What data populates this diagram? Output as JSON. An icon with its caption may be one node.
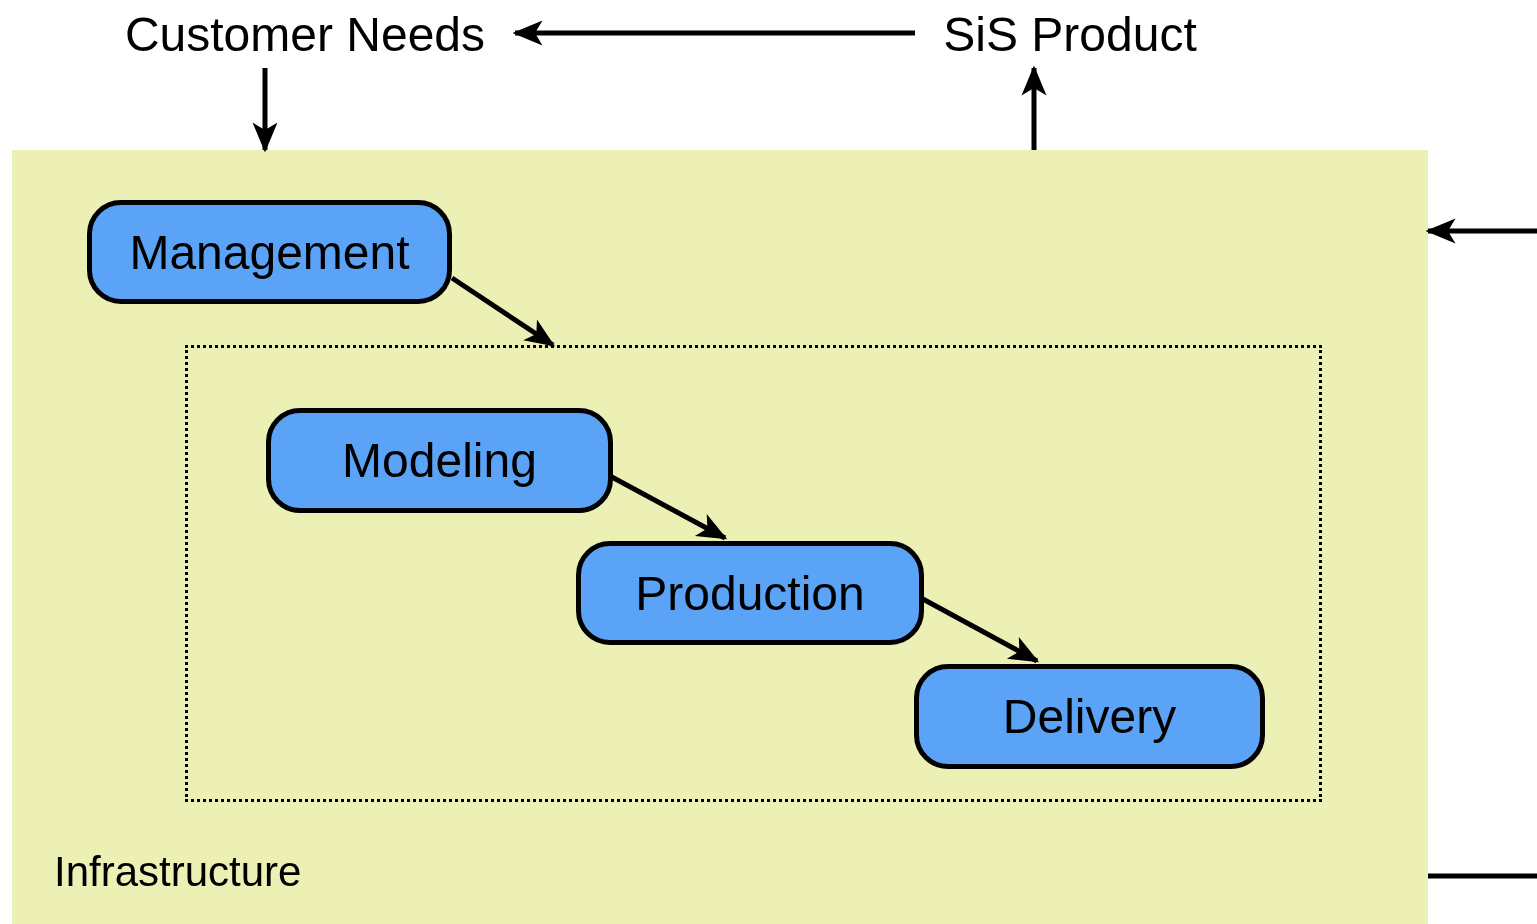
{
  "diagram": {
    "nodes": [
      {
        "text": [
          "Customer Needs"
        ]
      },
      {
        "text": [
          "SiS Product"
        ]
      },
      {
        "text": [
          "Infrastructure"
        ]
      },
      {
        "text": [],
        "shape": "box",
        "in": 2
      },
      {
        "text": [
          "Management"
        ],
        "in": 2
      },
      {
        "text": [
          "Modeling"
        ],
        "in": 3
      },
      {
        "text": [
          "Production"
        ],
        "in": 3
      },
      {
        "text": [
          "Delivery"
        ],
        "in": 3
      }
    ],
    "edges": [
      {
        "from": 1,
        "to": 0,
        "arrow": "to"
      },
      {
        "from": 0,
        "to": 2,
        "arrow": "to"
      },
      {
        "from": 2,
        "to": 1,
        "arrow": "to"
      },
      {
        "from": null,
        "to": 2,
        "arrow": "to"
      },
      {
        "from": 2,
        "to": null,
        "arrow": "none"
      },
      {
        "from": 4,
        "to": 3,
        "arrow": "to"
      },
      {
        "from": 5,
        "to": 6,
        "arrow": "to"
      },
      {
        "from": 6,
        "to": 7,
        "arrow": "to"
      }
    ]
  }
}
